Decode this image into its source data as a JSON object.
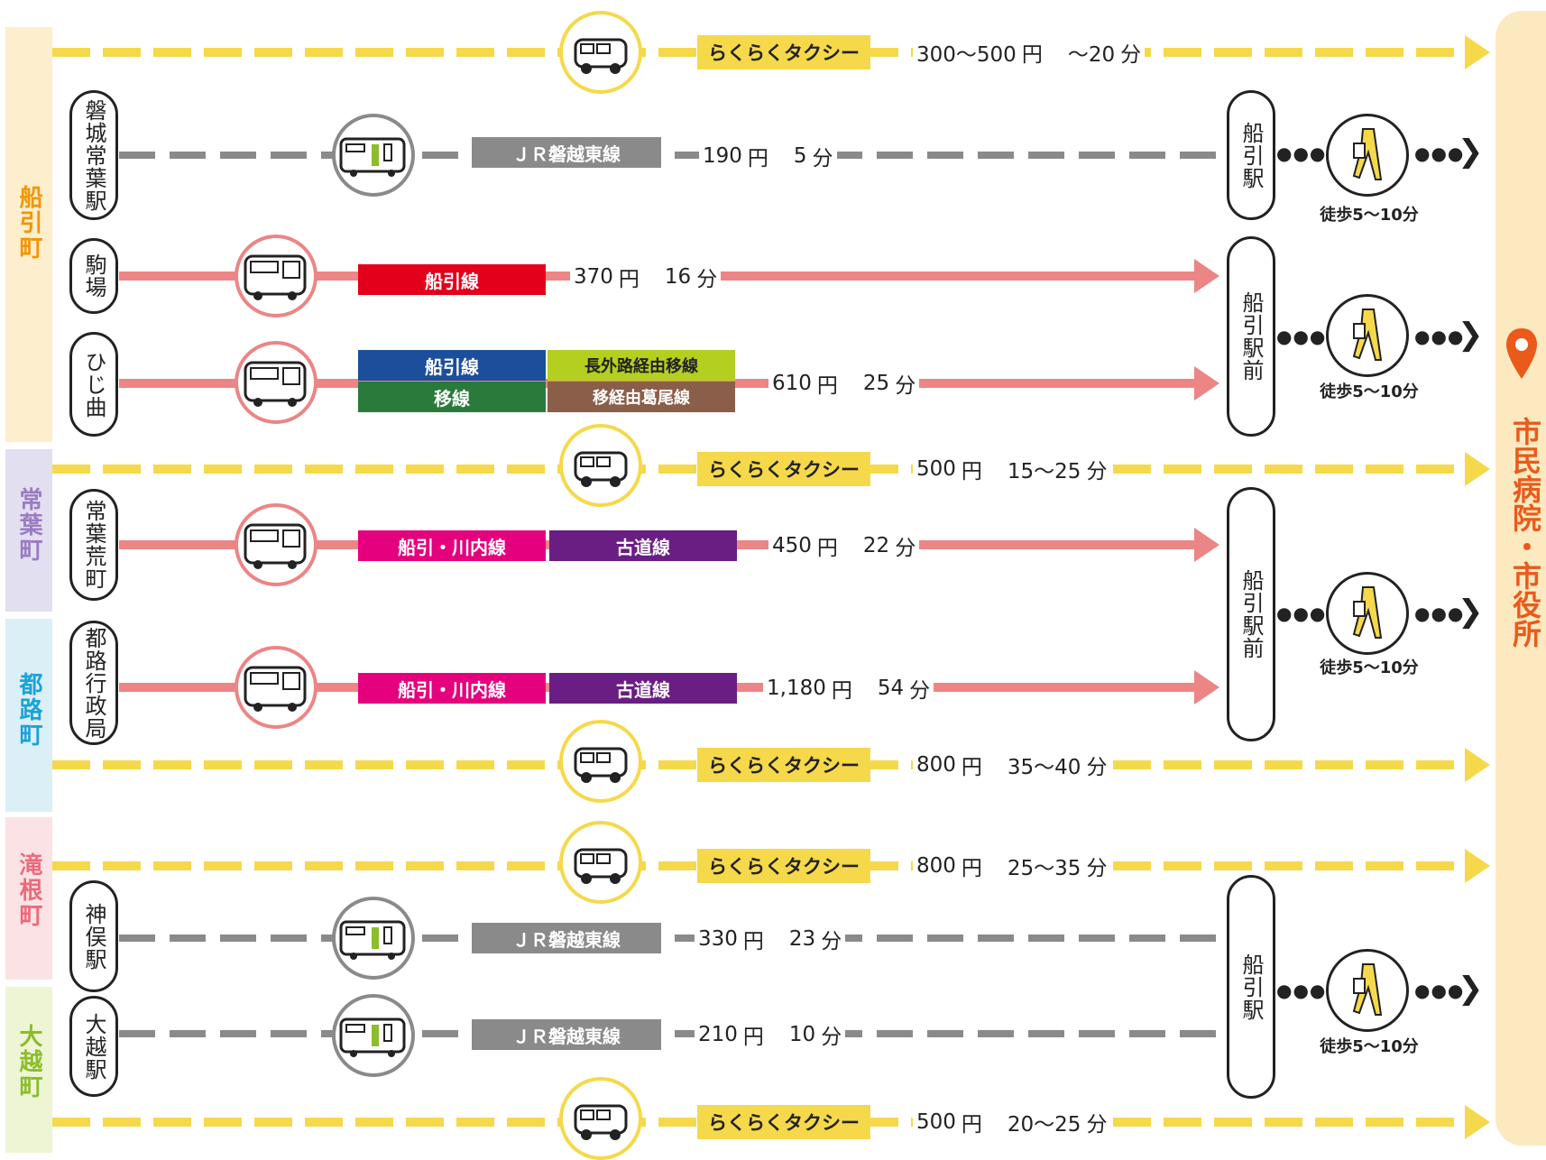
{
  "header_fragment": "……",
  "districts": [
    {
      "name": "船引町",
      "color": "#f29500",
      "bg": "#fdeecd"
    },
    {
      "name": "常葉町",
      "color": "#9a7bc3",
      "bg": "#e2dff0"
    },
    {
      "name": "都路町",
      "color": "#1aa3d8",
      "bg": "#dbeff7"
    },
    {
      "name": "滝根町",
      "color": "#ec6a7a",
      "bg": "#fbe3e5"
    },
    {
      "name": "大越町",
      "color": "#8cbd2a",
      "bg": "#eef5d5"
    }
  ],
  "destination": {
    "name": "市民病院・市役所",
    "color": "#ea5a1a"
  },
  "origins": [
    "磐城常葉駅",
    "駒場",
    "ひじ曲",
    "常葉荒町",
    "都路行政局",
    "神俣駅",
    "大越駅"
  ],
  "stations": [
    "船引駅",
    "船引駅前",
    "船引駅前",
    "船引駅"
  ],
  "walk": "徒歩5〜10分",
  "taxi_label": "らくらくタクシー",
  "taxis": [
    {
      "price": "300",
      "yen": "円",
      "time": "〜20",
      "unit": "分",
      "sep": "〜"
    },
    {
      "price": "500",
      "yen": "円",
      "time": "15〜25",
      "unit": "分"
    },
    {
      "price": "800",
      "yen": "円",
      "time": "35〜40",
      "unit": "分"
    },
    {
      "price": "800",
      "yen": "円",
      "time": "25〜35",
      "unit": "分"
    },
    {
      "price": "500",
      "yen": "円",
      "time": "20〜25",
      "unit": "分"
    }
  ],
  "taxi_first_price_text": "300〜500",
  "routes": [
    {
      "labels": [
        "ＪＲ磐越東線"
      ],
      "price": "190",
      "time": "5"
    },
    {
      "labels": [
        "船引線"
      ],
      "price": "370",
      "time": "16"
    },
    {
      "labels": [
        "船引線",
        "長外路経由移線",
        "移線",
        "移経由葛尾線"
      ],
      "price": "610",
      "time": "25"
    },
    {
      "labels": [
        "船引・川内線",
        "古道線"
      ],
      "price": "450",
      "time": "22"
    },
    {
      "labels": [
        "船引・川内線",
        "古道線"
      ],
      "price": "1,180",
      "time": "54"
    },
    {
      "labels": [
        "ＪＲ磐越東線"
      ],
      "price": "330",
      "time": "23"
    },
    {
      "labels": [
        "ＪＲ磐越東線"
      ],
      "price": "210",
      "time": "10"
    }
  ],
  "yen": "円",
  "minute": "分",
  "icons": {
    "taxi": "taxi-van-icon",
    "train": "train-icon",
    "bus": "bus-icon",
    "walk": "walking-person-icon",
    "pin": "map-pin-icon"
  },
  "colors": {
    "taxi": "#f5d94a",
    "bus_line": "#ec8585",
    "jr_line": "#8a8a8a",
    "jr_label": "#8a8a8a",
    "funahiki_red": "#e2001a",
    "funahiki_blue": "#1b4e9b",
    "nagatoro_green": "#b4cf1f",
    "isen_green": "#2a7a3b",
    "katsurao_brown": "#8b5e4a",
    "kawauchi_pink": "#e5007e",
    "furumichi_purple": "#6a1d82"
  }
}
